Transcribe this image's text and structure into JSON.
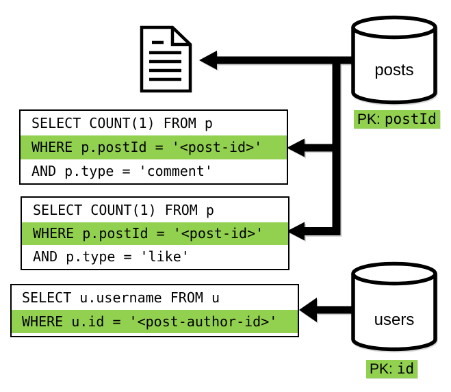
{
  "colors": {
    "highlight_green": "#92D050",
    "line_black": "#000000",
    "box_background": "#ffffff"
  },
  "icons": {
    "document": "document-icon",
    "posts_database": "database-cylinder-icon",
    "users_database": "database-cylinder-icon",
    "arrows": "left-arrow-connector"
  },
  "databases": [
    {
      "id": "posts",
      "label": "posts",
      "pk_prefix": "PK:",
      "pk_value": "postId"
    },
    {
      "id": "users",
      "label": "users",
      "pk_prefix": "PK:",
      "pk_value": "id"
    }
  ],
  "queries": [
    {
      "id": "comment-count",
      "lines": [
        {
          "text": "SELECT COUNT(1) FROM p",
          "highlighted": false
        },
        {
          "text": "WHERE p.postId = '<post-id>'",
          "highlighted": true
        },
        {
          "text": "AND p.type = 'comment'",
          "highlighted": false
        }
      ]
    },
    {
      "id": "like-count",
      "lines": [
        {
          "text": "SELECT COUNT(1) FROM p",
          "highlighted": false
        },
        {
          "text": "WHERE p.postId = '<post-id>'",
          "highlighted": true
        },
        {
          "text": "AND p.type = 'like'",
          "highlighted": false
        }
      ]
    },
    {
      "id": "author-username",
      "lines": [
        {
          "text": "SELECT u.username FROM u",
          "highlighted": false
        },
        {
          "text": "WHERE u.id = '<post-author-id>'",
          "highlighted": true
        }
      ]
    }
  ]
}
